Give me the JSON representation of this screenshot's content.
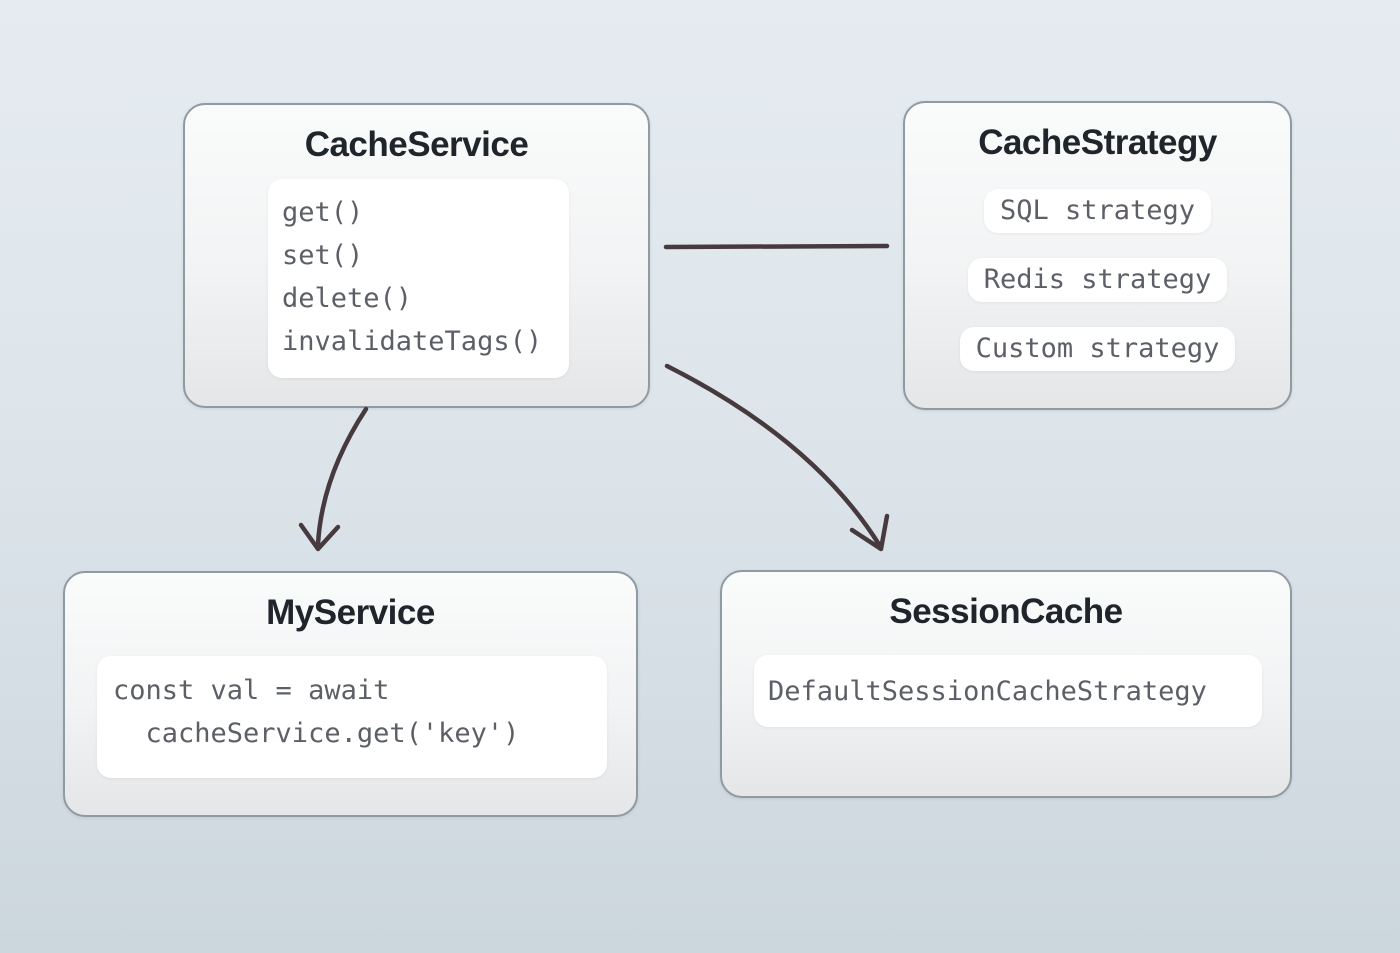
{
  "diagram": {
    "nodes": {
      "cache_service": {
        "title": "CacheService",
        "methods": [
          "get()",
          "set()",
          "delete()",
          "invalidateTags()"
        ]
      },
      "cache_strategy": {
        "title": "CacheStrategy",
        "strategies": [
          "SQL strategy",
          "Redis strategy",
          "Custom strategy"
        ]
      },
      "my_service": {
        "title": "MyService",
        "code": [
          "const val = await",
          "  cacheService.get('key')"
        ]
      },
      "session_cache": {
        "title": "SessionCache",
        "strategy": "DefaultSessionCacheStrategy"
      }
    },
    "edges": [
      {
        "from": "CacheService",
        "to": "CacheStrategy",
        "style": "plain-line"
      },
      {
        "from": "CacheService",
        "to": "MyService",
        "style": "curved-arrow"
      },
      {
        "from": "CacheService",
        "to": "SessionCache",
        "style": "curved-arrow"
      }
    ],
    "colors": {
      "background_top": "#e5ebf1",
      "background_bottom": "#ccd6dd",
      "node_border": "#909aa1",
      "node_background_top": "#fafbfb",
      "node_background_bottom": "#e4e6e7",
      "panel_background": "#ffffff",
      "title_text": "#20242b",
      "code_text": "#5c6066",
      "arrow": "#473a3e"
    }
  }
}
